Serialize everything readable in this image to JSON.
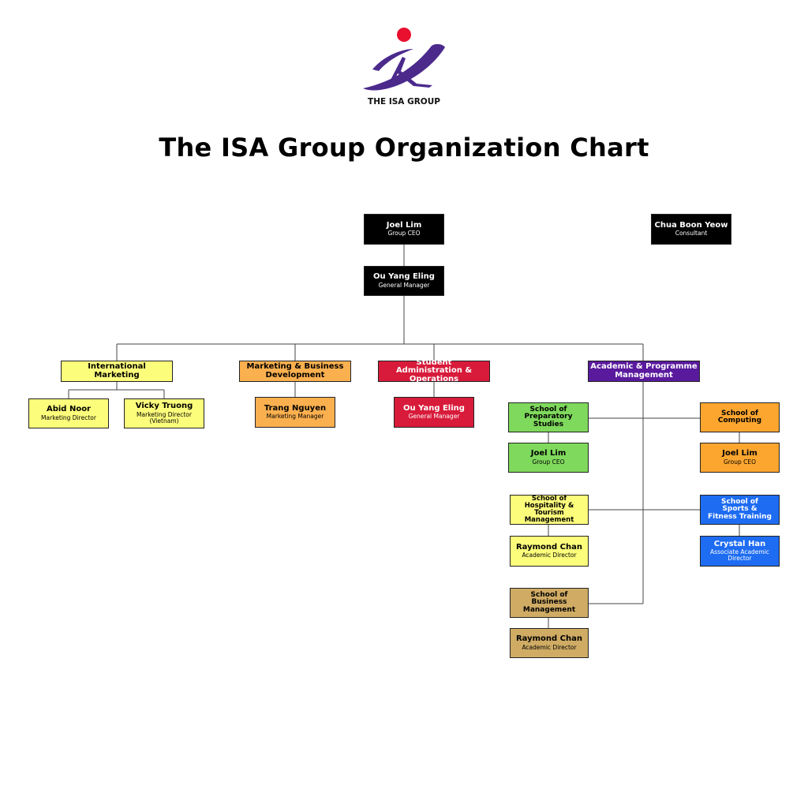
{
  "header": {
    "logo_text": "THE ISA GROUP",
    "title": "The ISA Group Organization Chart"
  },
  "colors": {
    "black": "#000000",
    "yellow": "#fdfd7c",
    "orange": "#fbb04f",
    "red": "#d81b3a",
    "purple": "#5a1a9e",
    "green": "#7fd95c",
    "amber": "#fca630",
    "blue": "#1e6cf2",
    "tan": "#cfab64",
    "logo_purple": "#4b2a8c",
    "logo_red": "#e8102e"
  },
  "nodes": {
    "ceo": {
      "name": "Joel Lim",
      "role": "Group CEO"
    },
    "consultant": {
      "name": "Chua Boon Yeow",
      "role": "Consultant"
    },
    "gm": {
      "name": "Ou Yang Eling",
      "role": "General Manager"
    },
    "dept_intl": {
      "name": "International Marketing"
    },
    "dept_mbd": {
      "name": "Marketing & Business Development"
    },
    "dept_sao": {
      "name": "Student Administration & Operations"
    },
    "dept_apm": {
      "name": "Academic & Programme Management"
    },
    "abid": {
      "name": "Abid Noor",
      "role": "Marketing Director"
    },
    "vicky": {
      "name": "Vicky Truong",
      "role": "Marketing Director (Vietnam)"
    },
    "trang": {
      "name": "Trang Nguyen",
      "role": "Marketing Manager"
    },
    "ouyang2": {
      "name": "Ou Yang Eling",
      "role": "General Manager"
    },
    "sch_prep": {
      "name": "School of Preparatory Studies"
    },
    "sch_comp": {
      "name": "School of Computing"
    },
    "joel_prep": {
      "name": "Joel Lim",
      "role": "Group CEO"
    },
    "joel_comp": {
      "name": "Joel Lim",
      "role": "Group CEO"
    },
    "sch_htm": {
      "name": "School of Hospitality & Tourism Management"
    },
    "sch_sft": {
      "name": "School of Sports & Fitness Training"
    },
    "raymond_htm": {
      "name": "Raymond Chan",
      "role": "Academic Director"
    },
    "crystal": {
      "name": "Crystal Han",
      "role": "Associate Academic Director"
    },
    "sch_bm": {
      "name": "School of Business Management"
    },
    "raymond_bm": {
      "name": "Raymond Chan",
      "role": "Academic Director"
    }
  }
}
